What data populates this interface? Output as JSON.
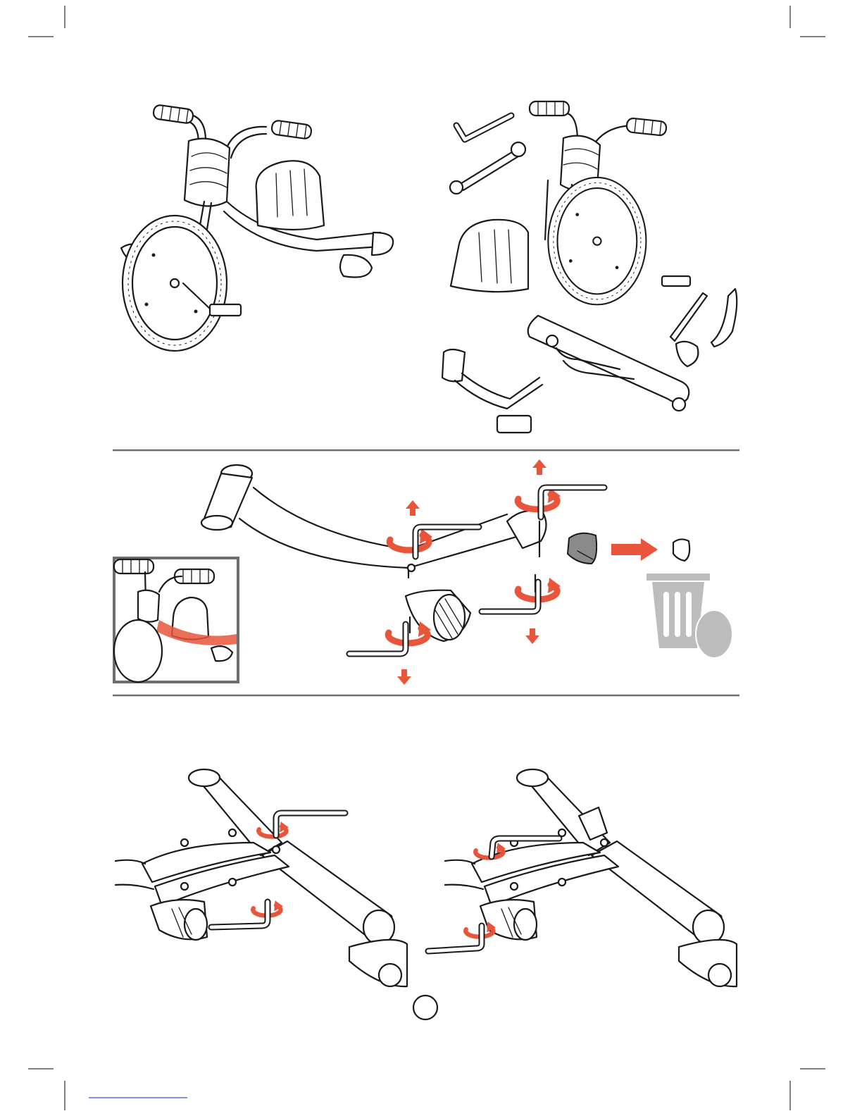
{
  "page": {
    "number": "",
    "accent_color": "#e8553b",
    "rule_color": "#6e6e6e",
    "footer_link_color": "#3a4fd8"
  },
  "sections": [
    {
      "id": "overview",
      "items": [
        "assembled-tricycle",
        "parts-layout"
      ]
    },
    {
      "id": "step-remove-frame",
      "items": [
        "frame-bolts",
        "detail-inset",
        "caps-to-trash"
      ]
    },
    {
      "id": "step-tighten",
      "items": [
        "tighten-left-view",
        "tighten-right-view"
      ]
    }
  ],
  "icons": [
    "hex-key-icon",
    "wrench-icon",
    "rotate-arrow-icon",
    "direction-arrow-icon",
    "trash-can-icon",
    "plastic-cap-icon"
  ]
}
